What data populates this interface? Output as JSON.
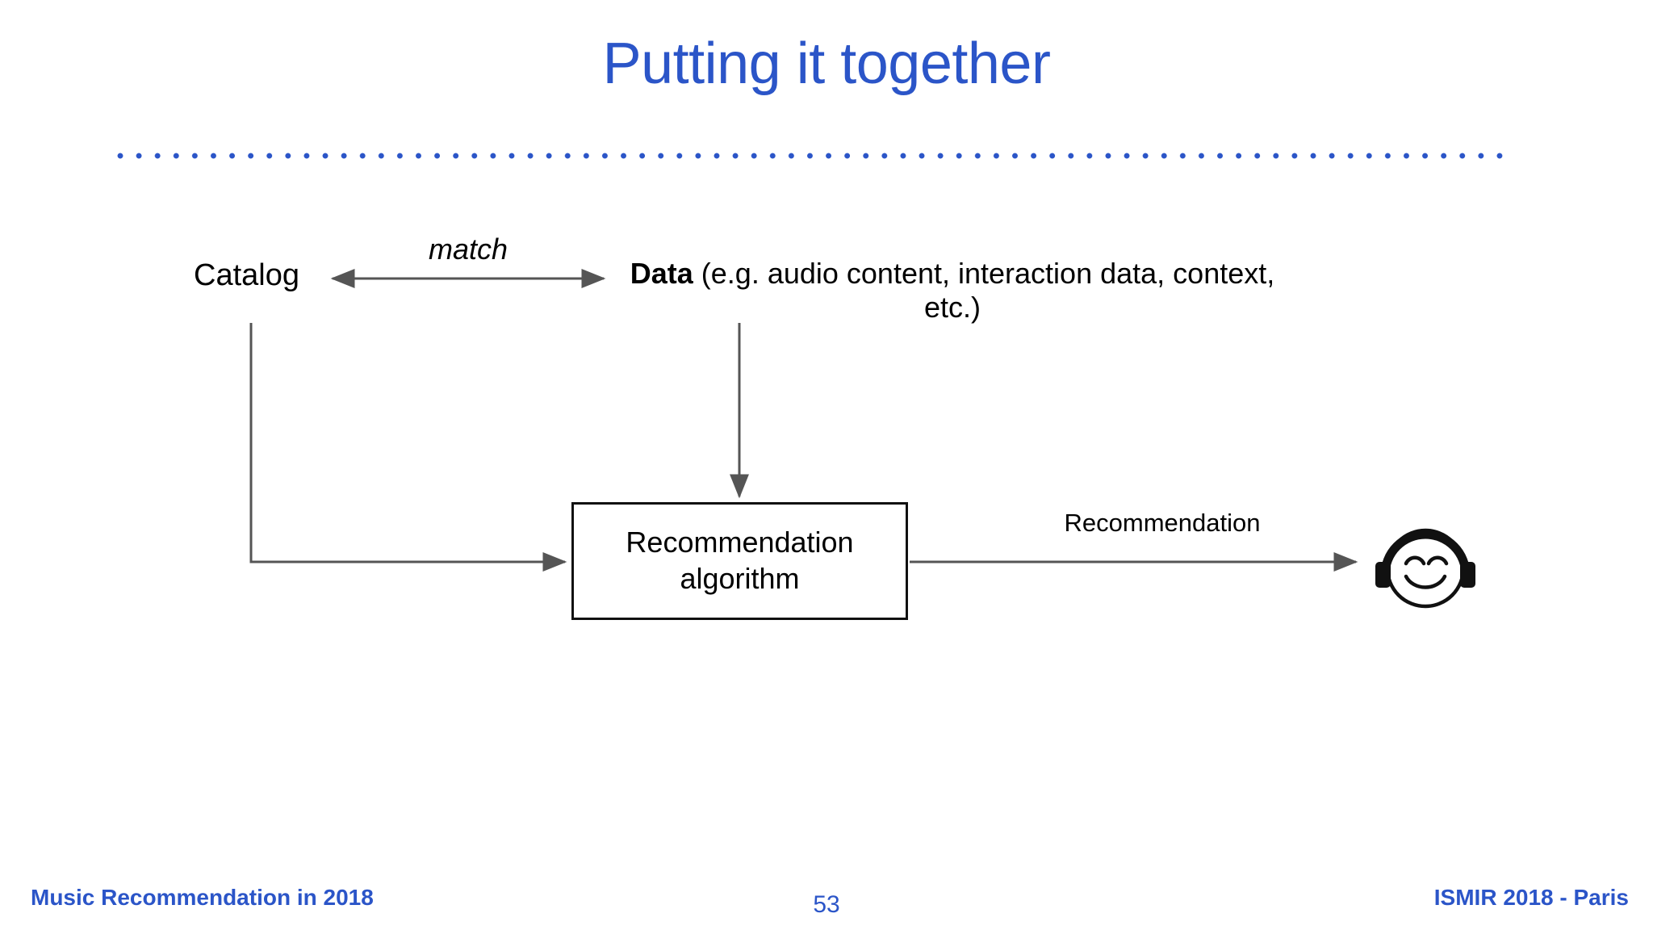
{
  "slide": {
    "title": "Putting it together",
    "page_number": "53",
    "accent_color": "#2B55C8",
    "line_color": "#555555",
    "text_color": "#000000",
    "background_color": "#FFFFFF"
  },
  "diagram": {
    "type": "flow",
    "nodes": [
      {
        "id": "catalog",
        "label": "Catalog",
        "shape": "text"
      },
      {
        "id": "data",
        "label_bold": "Data",
        "label_rest": " (e.g. audio content, interaction data, context, etc.)",
        "shape": "text"
      },
      {
        "id": "algorithm",
        "label": "Recommendation\nalgorithm",
        "shape": "rectangle"
      },
      {
        "id": "listener",
        "label": "",
        "shape": "icon",
        "icon": "headphones-smiley-icon"
      }
    ],
    "edges": [
      {
        "from": "catalog",
        "to": "data",
        "label": "match",
        "style": "double-arrow",
        "label_style": "italic"
      },
      {
        "from": "catalog",
        "to": "algorithm",
        "label": "",
        "style": "elbow-arrow"
      },
      {
        "from": "data",
        "to": "algorithm",
        "label": "",
        "style": "arrow-down"
      },
      {
        "from": "algorithm",
        "to": "listener",
        "label": "Recommendation",
        "style": "arrow-right"
      }
    ]
  },
  "footer": {
    "left": "Music Recommendation in 2018",
    "right": "ISMIR 2018 - Paris",
    "page": "53"
  }
}
